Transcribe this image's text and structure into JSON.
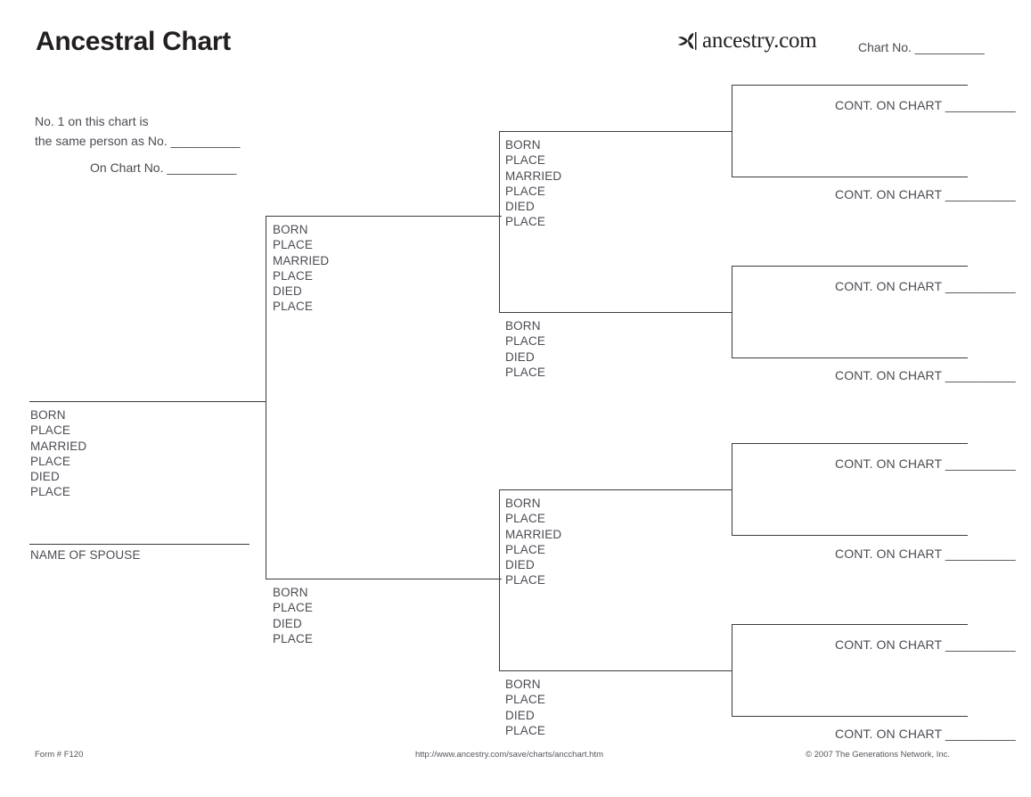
{
  "header": {
    "title": "Ancestral Chart",
    "brand_name": "ancestry.com",
    "brand_icon": "ancestry-leaf-icon",
    "chart_no_label": "Chart No. __________"
  },
  "note": {
    "line1": "No. 1 on this chart is",
    "line2": "the same person as No. __________",
    "line3": "On Chart No. __________"
  },
  "field_labels": {
    "born": "BORN",
    "place": "PLACE",
    "married": "MARRIED",
    "died": "DIED",
    "name_of_spouse": "NAME OF SPOUSE",
    "cont_on_chart": "CONT. ON CHART __________"
  },
  "generation1": {
    "person": {
      "fields": [
        "BORN",
        "PLACE",
        "MARRIED",
        "PLACE",
        "DIED",
        "PLACE"
      ],
      "spouse_caption": "NAME OF SPOUSE"
    }
  },
  "generation2": [
    {
      "fields": [
        "BORN",
        "PLACE",
        "MARRIED",
        "PLACE",
        "DIED",
        "PLACE"
      ]
    },
    {
      "fields": [
        "BORN",
        "PLACE",
        "DIED",
        "PLACE"
      ]
    }
  ],
  "generation3": [
    {
      "fields": [
        "BORN",
        "PLACE",
        "MARRIED",
        "PLACE",
        "DIED",
        "PLACE"
      ]
    },
    {
      "fields": [
        "BORN",
        "PLACE",
        "DIED",
        "PLACE"
      ]
    },
    {
      "fields": [
        "BORN",
        "PLACE",
        "MARRIED",
        "PLACE",
        "DIED",
        "PLACE"
      ]
    },
    {
      "fields": [
        "BORN",
        "PLACE",
        "DIED",
        "PLACE"
      ]
    }
  ],
  "generation4": [
    {
      "caption": "CONT. ON CHART __________"
    },
    {
      "caption": "CONT. ON CHART __________"
    },
    {
      "caption": "CONT. ON CHART __________"
    },
    {
      "caption": "CONT. ON CHART __________"
    },
    {
      "caption": "CONT. ON CHART __________"
    },
    {
      "caption": "CONT. ON CHART __________"
    },
    {
      "caption": "CONT. ON CHART __________"
    },
    {
      "caption": "CONT. ON CHART __________"
    }
  ],
  "footer": {
    "form_number": "Form # F120",
    "url": "http://www.ancestry.com/save/charts/ancchart.htm",
    "copyright": "© 2007 The Generations Network, Inc."
  },
  "colors": {
    "line": "#3b3b42",
    "text": "#4b4b53",
    "title": "#231f20"
  }
}
